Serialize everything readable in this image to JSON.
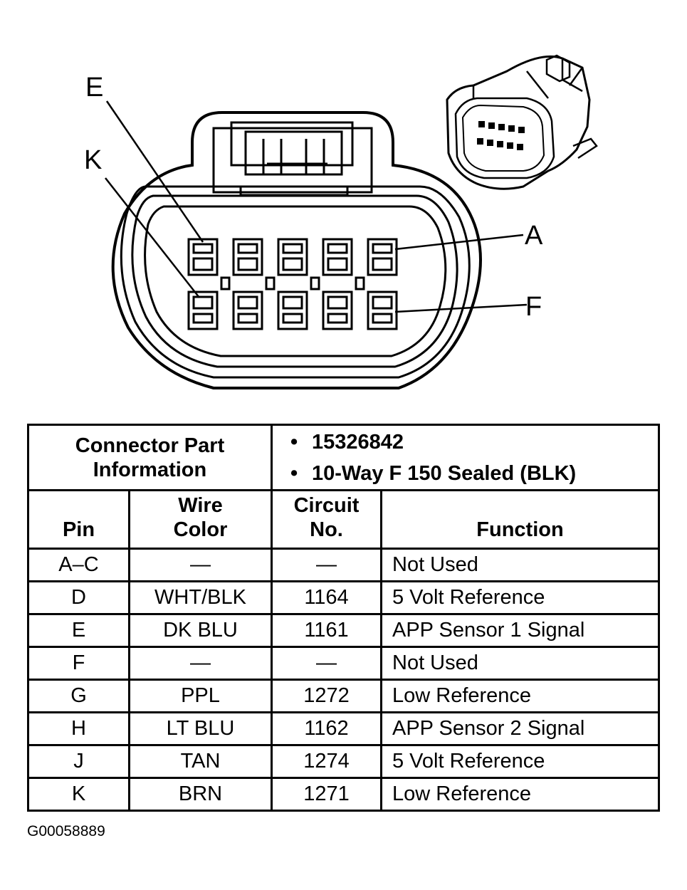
{
  "diagram": {
    "callouts": {
      "E": "E",
      "K": "K",
      "A": "A",
      "F": "F"
    }
  },
  "table": {
    "info_label": "Connector Part Information",
    "info_lines": [
      "15326842",
      "10-Way F 150 Sealed (BLK)"
    ],
    "headers": {
      "pin": "Pin",
      "wire": "Wire Color",
      "circuit": "Circuit No.",
      "function": "Function"
    },
    "rows": [
      {
        "pin": "A–C",
        "wire": "—",
        "circuit": "—",
        "function": "Not Used"
      },
      {
        "pin": "D",
        "wire": "WHT/BLK",
        "circuit": "1164",
        "function": "5 Volt Reference"
      },
      {
        "pin": "E",
        "wire": "DK BLU",
        "circuit": "1161",
        "function": "APP Sensor 1 Signal"
      },
      {
        "pin": "F",
        "wire": "—",
        "circuit": "—",
        "function": "Not Used"
      },
      {
        "pin": "G",
        "wire": "PPL",
        "circuit": "1272",
        "function": "Low Reference"
      },
      {
        "pin": "H",
        "wire": "LT BLU",
        "circuit": "1162",
        "function": "APP Sensor 2 Signal"
      },
      {
        "pin": "J",
        "wire": "TAN",
        "circuit": "1274",
        "function": "5 Volt Reference"
      },
      {
        "pin": "K",
        "wire": "BRN",
        "circuit": "1271",
        "function": "Low Reference"
      }
    ]
  },
  "figure_id": "G00058889"
}
